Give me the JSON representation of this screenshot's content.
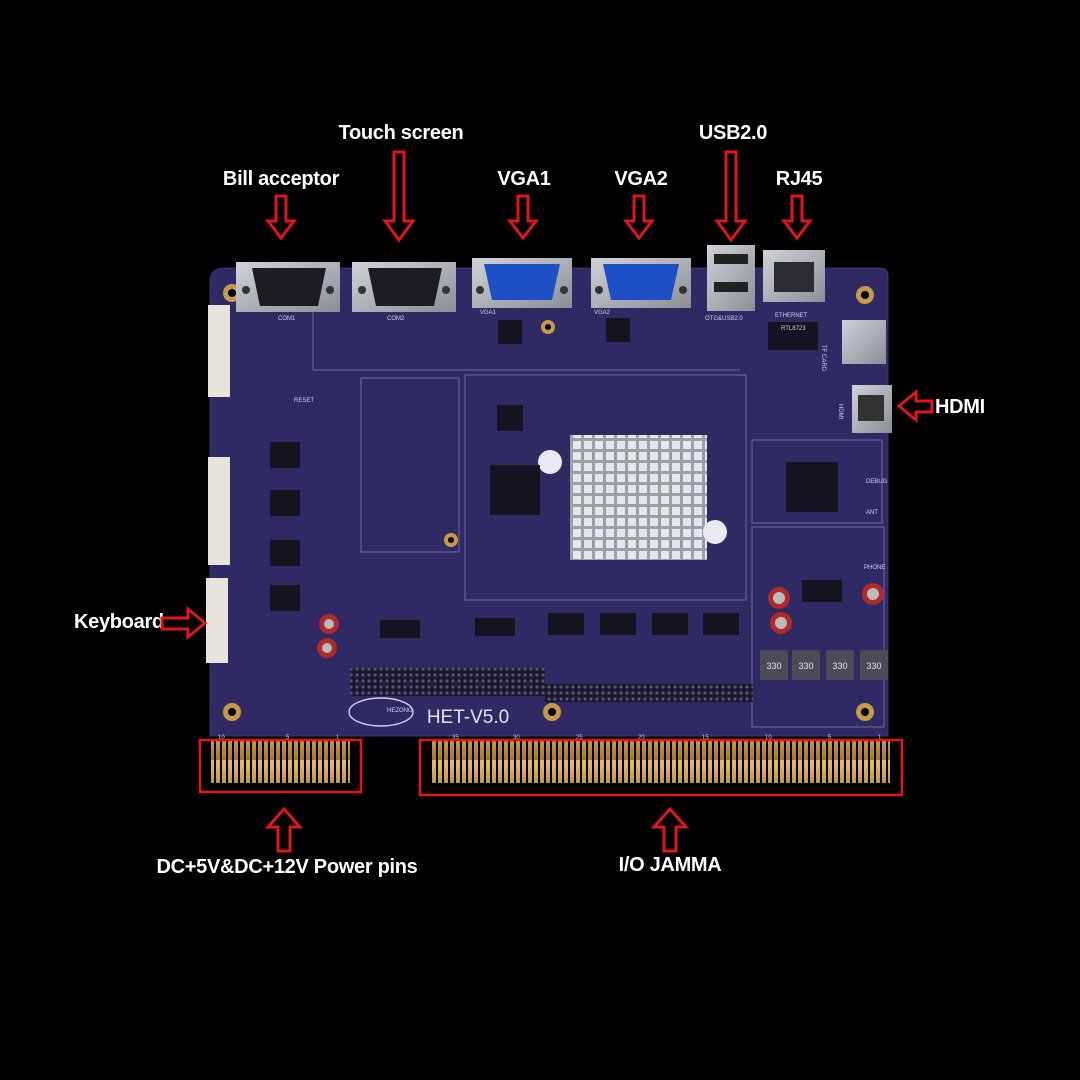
{
  "labels": {
    "bill_acceptor": "Bill acceptor",
    "touch_screen": "Touch screen",
    "vga1": "VGA1",
    "vga2": "VGA2",
    "usb": "USB2.0",
    "rj45": "RJ45",
    "hdmi": "HDMI",
    "keyboard": "Keyboard",
    "power_pins": "DC+5V&DC+12V Power pins",
    "io_jamma": "I/O  JAMMA"
  },
  "board": {
    "model": "HET-V5.0",
    "brand": "HEZONG",
    "silk": {
      "vga1": "VGA1",
      "vga2": "VGA2",
      "otg": "OTG&USB2.0",
      "ethernet": "ETHERNET",
      "tf_card": "TF CARD",
      "hdmi": "HDMI",
      "debug": "DEBUG",
      "ant": "ANT",
      "phone": "PHONE",
      "reset": "RESET",
      "com1": "COM1",
      "com2": "COM2",
      "wifi_chip": "RTL8723"
    },
    "pin_numbers_power": [
      "10",
      "5",
      "1"
    ],
    "pin_numbers_jamma": [
      "35",
      "30",
      "25",
      "20",
      "15",
      "10",
      "5",
      "1"
    ],
    "capacitor_values": [
      "330",
      "330",
      "330",
      "330"
    ]
  },
  "colors": {
    "background": "#000000",
    "board": "#2f2a63",
    "callout": "#e0161b",
    "gold": "#c79a4a",
    "vga_blue": "#1f4fc4"
  }
}
